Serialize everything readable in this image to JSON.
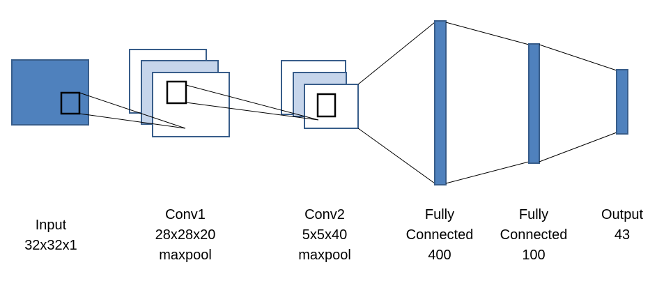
{
  "colors": {
    "dark_fill": "#4f81bd",
    "light_fill": "#c6d5eb",
    "stroke": "#385d8a",
    "line": "#000000",
    "background": "#ffffff"
  },
  "layers": {
    "input": {
      "lines": [
        "Input",
        "32x32x1"
      ]
    },
    "conv1": {
      "lines": [
        "Conv1",
        "28x28x20",
        "maxpool"
      ]
    },
    "conv2": {
      "lines": [
        "Conv2",
        "5x5x40",
        "maxpool"
      ]
    },
    "fc1": {
      "lines": [
        "Fully",
        "Connected",
        "400"
      ]
    },
    "fc2": {
      "lines": [
        "Fully",
        "Connected",
        "100"
      ]
    },
    "output": {
      "lines": [
        "Output",
        "43"
      ]
    }
  }
}
